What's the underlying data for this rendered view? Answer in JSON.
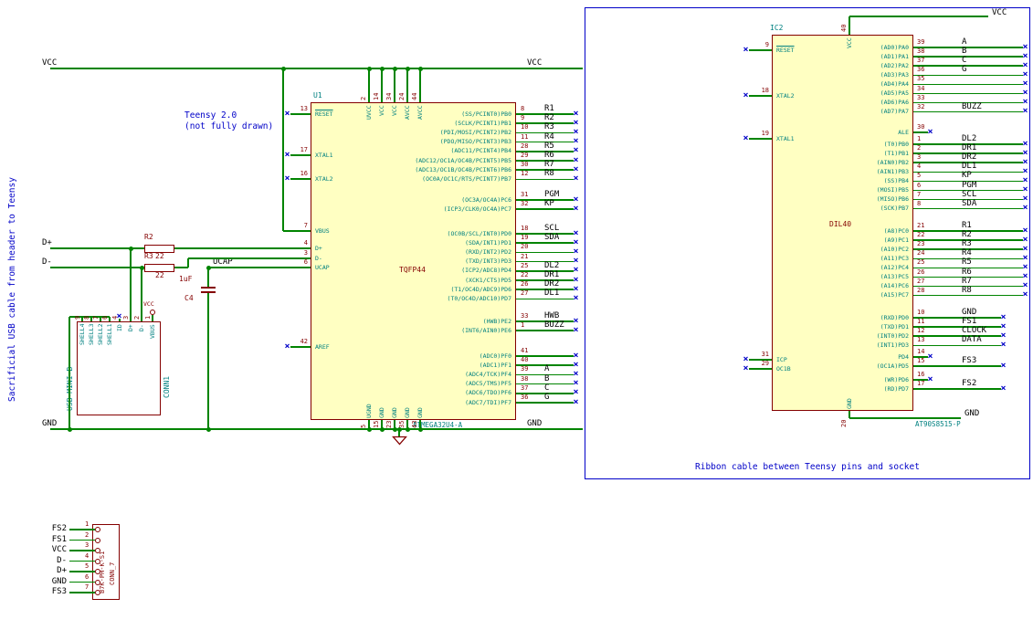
{
  "colors": {
    "wire": "#008400",
    "body_fill": "#FFFFC2",
    "outline": "#840000",
    "pin_name": "#008080",
    "pin_number": "#840000",
    "label": "#000000",
    "note_blue": "#0000C8"
  },
  "notes": {
    "left_vertical": "Sacrificial USB cable from header to Teensy",
    "teensy_line1": "Teensy 2.0",
    "teensy_line2": "(not fully drawn)",
    "ribbon": "Ribbon cable between Teensy pins and socket"
  },
  "power_labels": {
    "vcc_left": "VCC",
    "vcc_right": "VCC",
    "gnd_left": "GND",
    "gnd_right": "GND",
    "ic2_vcc": "VCC",
    "ic2_gnd": "GND",
    "usb_vcc": "VCC"
  },
  "net_labels": {
    "d_plus": "D+",
    "d_minus": "D-",
    "ucap": "UCAP"
  },
  "u1": {
    "ref": "U1",
    "footprint": "TQFP44",
    "part": "ATMEGA32U4-A",
    "left_pins": [
      {
        "num": "13",
        "name": "RESET",
        "bar": true,
        "nc": true
      },
      {
        "num": "17",
        "name": "XTAL1",
        "nc": true
      },
      {
        "num": "16",
        "name": "XTAL2",
        "nc": true
      },
      {
        "num": "7",
        "name": "VBUS"
      },
      {
        "num": "4",
        "name": "D+"
      },
      {
        "num": "3",
        "name": "D-"
      },
      {
        "num": "6",
        "name": "UCAP"
      },
      {
        "num": "42",
        "name": "AREF",
        "nc": true
      }
    ],
    "top_pins": [
      {
        "num": "2",
        "name": "UVCC"
      },
      {
        "num": "14",
        "name": "VCC"
      },
      {
        "num": "34",
        "name": "VCC"
      },
      {
        "num": "24",
        "name": "AVCC"
      },
      {
        "num": "44",
        "name": "AVCC"
      }
    ],
    "bottom_pins": [
      {
        "num": "5",
        "name": "UGND"
      },
      {
        "num": "15",
        "name": "GND"
      },
      {
        "num": "23",
        "name": "GND"
      },
      {
        "num": "35",
        "name": "GND"
      },
      {
        "num": "43",
        "name": "GND"
      }
    ],
    "right_pins": [
      {
        "num": "8",
        "name": "(SS/PCINT0)PB0",
        "net": "R1"
      },
      {
        "num": "9",
        "name": "(SCLK/PCINT1)PB1",
        "net": "R2"
      },
      {
        "num": "10",
        "name": "(PDI/MOSI/PCINT2)PB2",
        "net": "R3"
      },
      {
        "num": "11",
        "name": "(PDO/MISO/PCINT3)PB3",
        "net": "R4"
      },
      {
        "num": "28",
        "name": "(ADC11/PCINT4)PB4",
        "net": "R5"
      },
      {
        "num": "29",
        "name": "(ADC12/OC1A/OC4B/PCINT5)PB5",
        "net": "R6"
      },
      {
        "num": "30",
        "name": "(ADC13/OC1B/OC4B/PCINT6)PB6",
        "net": "R7"
      },
      {
        "num": "12",
        "name": "(OC0A/OC1C/RTS/PCINT7)PB7",
        "net": "R8"
      },
      {
        "num": "31",
        "name": "(OC3A/OC4A)PC6",
        "net": "PGM"
      },
      {
        "num": "32",
        "name": "(ICP3/CLK0/OC4A)PC7",
        "net": "KP"
      },
      {
        "num": "18",
        "name": "(OC0B/SCL/INT0)PD0",
        "net": "SCL"
      },
      {
        "num": "19",
        "name": "(SDA/INT1)PD1",
        "net": "SDA"
      },
      {
        "num": "20",
        "name": "(RXD/INT2)PD2",
        "nc": true
      },
      {
        "num": "21",
        "name": "(TXD/INT3)PD3",
        "nc": true
      },
      {
        "num": "25",
        "name": "(ICP2/ADC8)PD4",
        "net": "DL2"
      },
      {
        "num": "22",
        "name": "(XCK1/CTS)PD5",
        "net": "DR1"
      },
      {
        "num": "26",
        "name": "(T1/OC4D/ADC9)PD6",
        "net": "DR2"
      },
      {
        "num": "27",
        "name": "(T0/OC4D/ADC10)PD7",
        "net": "DL1"
      },
      {
        "num": "33",
        "name": "(HWB)PE2",
        "net": "HWB"
      },
      {
        "num": "1",
        "name": "(INT6/AIN0)PE6",
        "net": "BUZZ"
      },
      {
        "num": "41",
        "name": "(ADC0)PF0",
        "nc": true
      },
      {
        "num": "40",
        "name": "(ADC1)PF1",
        "nc": true
      },
      {
        "num": "39",
        "name": "(ADC4/TCK)PF4",
        "net": "A"
      },
      {
        "num": "38",
        "name": "(ADC5/TMS)PF5",
        "net": "B"
      },
      {
        "num": "37",
        "name": "(ADC6/TDO)PF6",
        "net": "C"
      },
      {
        "num": "36",
        "name": "(ADC7/TDI)PF7",
        "net": "G"
      }
    ]
  },
  "ic2": {
    "ref": "IC2",
    "footprint": "DIL40",
    "part": "AT90S8515-P",
    "left_pins": [
      {
        "num": "9",
        "name": "RESET",
        "bar": true,
        "nc": true
      },
      {
        "num": "18",
        "name": "XTAL2",
        "nc": true
      },
      {
        "num": "19",
        "name": "XTAL1",
        "nc": true
      },
      {
        "num": "31",
        "name": "ICP",
        "nc": true
      },
      {
        "num": "29",
        "name": "OC1B",
        "nc": true
      }
    ],
    "top_pins": [
      {
        "num": "40",
        "name": "VCC"
      }
    ],
    "bottom_pins": [
      {
        "num": "20",
        "name": "GND"
      }
    ],
    "right_pins": [
      {
        "num": "39",
        "name": "(AD0)PA0",
        "net": "A"
      },
      {
        "num": "38",
        "name": "(AD1)PA1",
        "net": "B"
      },
      {
        "num": "37",
        "name": "(AD2)PA2",
        "net": "C"
      },
      {
        "num": "36",
        "name": "(AD3)PA3",
        "net": "G"
      },
      {
        "num": "35",
        "name": "(AD4)PA4",
        "nc": true
      },
      {
        "num": "34",
        "name": "(AD5)PA5",
        "nc": true
      },
      {
        "num": "33",
        "name": "(AD6)PA6",
        "nc": true
      },
      {
        "num": "32",
        "name": "(AD7)PA7",
        "net": "BUZZ"
      },
      {
        "num": "30",
        "name": "ALE",
        "nc": true
      },
      {
        "num": "1",
        "name": "(T0)PB0",
        "net": "DL2"
      },
      {
        "num": "2",
        "name": "(T1)PB1",
        "net": "DR1"
      },
      {
        "num": "3",
        "name": "(AIN0)PB2",
        "net": "DR2"
      },
      {
        "num": "4",
        "name": "(AIN1)PB3",
        "net": "DL1"
      },
      {
        "num": "5",
        "name": "(SS)PB4",
        "net": "KP"
      },
      {
        "num": "6",
        "name": "(MOSI)PB5",
        "net": "PGM"
      },
      {
        "num": "7",
        "name": "(MISO)PB6",
        "net": "SCL"
      },
      {
        "num": "8",
        "name": "(SCK)PB7",
        "net": "SDA"
      },
      {
        "num": "21",
        "name": "(A8)PC0",
        "net": "R1"
      },
      {
        "num": "22",
        "name": "(A9)PC1",
        "net": "R2"
      },
      {
        "num": "23",
        "name": "(A10)PC2",
        "net": "R3"
      },
      {
        "num": "24",
        "name": "(A11)PC3",
        "net": "R4"
      },
      {
        "num": "25",
        "name": "(A12)PC4",
        "net": "R5"
      },
      {
        "num": "26",
        "name": "(A13)PC5",
        "net": "R6"
      },
      {
        "num": "27",
        "name": "(A14)PC6",
        "net": "R7"
      },
      {
        "num": "28",
        "name": "(A15)PC7",
        "net": "R8"
      },
      {
        "num": "10",
        "name": "(RXD)PD0",
        "net": "GND"
      },
      {
        "num": "11",
        "name": "(TXD)PD1",
        "net": "FS1"
      },
      {
        "num": "12",
        "name": "(INT0)PD2",
        "net": "CLOCK"
      },
      {
        "num": "13",
        "name": "(INT1)PD3",
        "net": "DATA"
      },
      {
        "num": "14",
        "name": "PD4",
        "nc": true
      },
      {
        "num": "15",
        "name": "(OC1A)PD5",
        "net": "FS3"
      },
      {
        "num": "16",
        "name": "(WR)PD6",
        "nc": true
      },
      {
        "num": "17",
        "name": "(RD)PD7",
        "net": "FS2"
      }
    ]
  },
  "conn1": {
    "ref": "CONN1",
    "value": "USB-MINI-B",
    "pins": [
      {
        "num": "9",
        "name": "SHELL4"
      },
      {
        "num": "8",
        "name": "SHELL3"
      },
      {
        "num": "7",
        "name": "SHELL2"
      },
      {
        "num": "6",
        "name": "SHELL1"
      },
      {
        "num": "4",
        "name": "ID"
      },
      {
        "num": "3",
        "name": "D+"
      },
      {
        "num": "2",
        "name": "D-"
      },
      {
        "num": "1",
        "name": "VBUS"
      }
    ]
  },
  "conn7": {
    "ref": "CONN_7",
    "value": "B7K-PH-K-S1",
    "pins": [
      {
        "num": "1",
        "net": "FS2"
      },
      {
        "num": "2",
        "net": "FS1"
      },
      {
        "num": "3",
        "net": "VCC"
      },
      {
        "num": "4",
        "net": "D-"
      },
      {
        "num": "5",
        "net": "D+"
      },
      {
        "num": "6",
        "net": "GND"
      },
      {
        "num": "7",
        "net": "FS3"
      }
    ]
  },
  "r2": {
    "ref": "R2",
    "value": "22"
  },
  "r3": {
    "ref": "R3",
    "value": "22"
  },
  "c4": {
    "ref": "C4",
    "value": "1uF"
  }
}
